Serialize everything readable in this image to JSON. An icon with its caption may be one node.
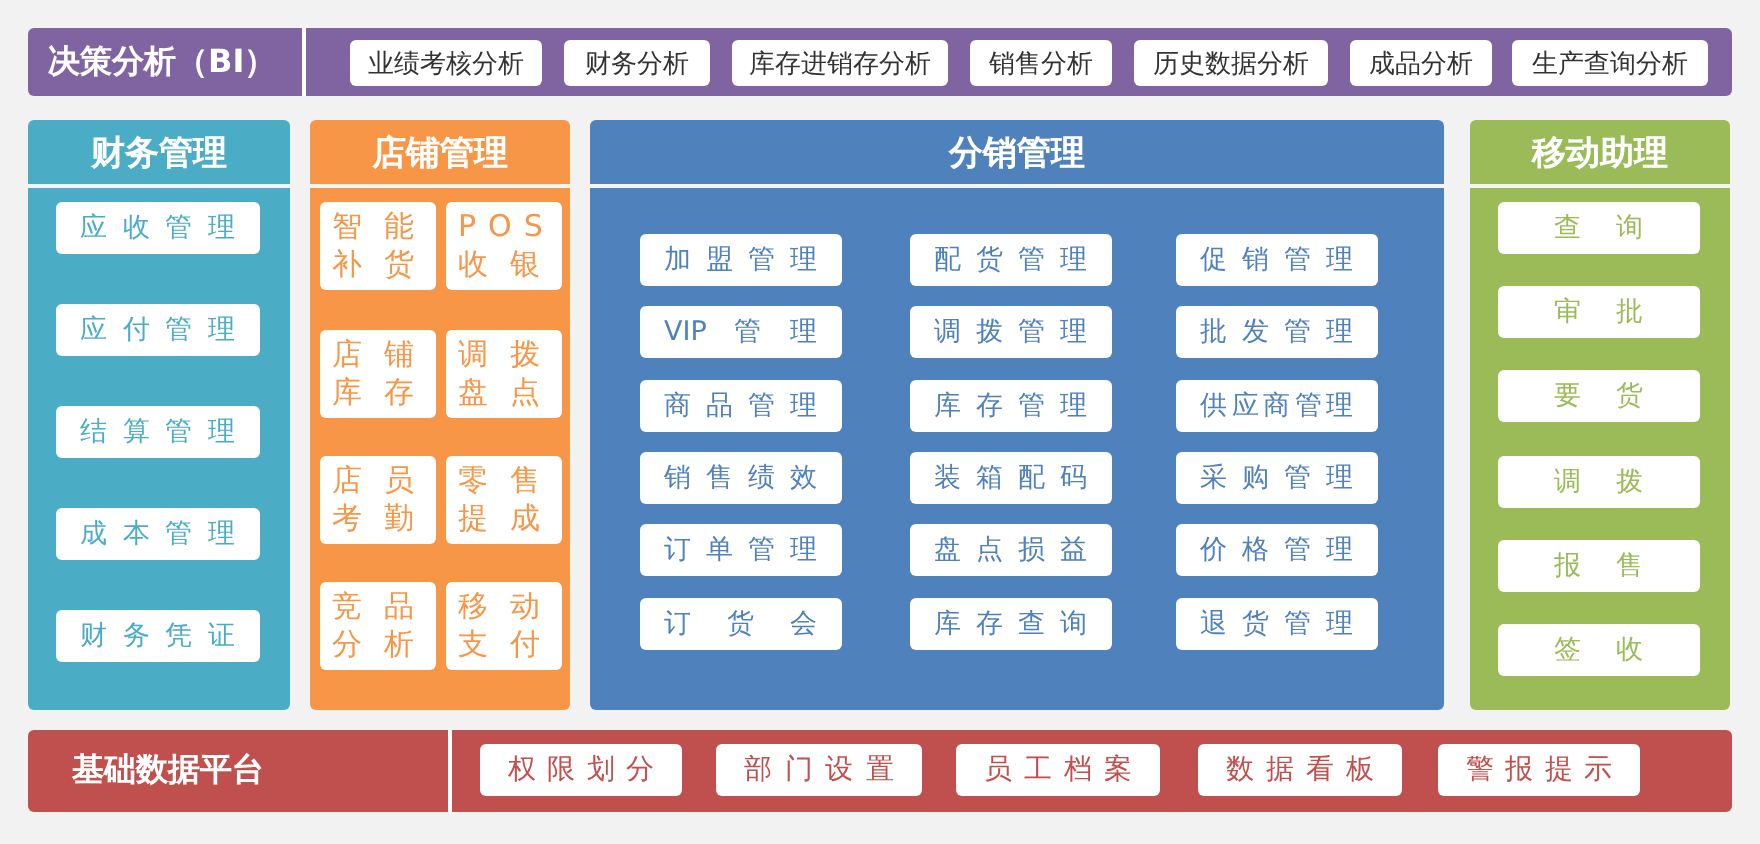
{
  "diagram": {
    "nodes": [
      {
        "text": [
          "决策分析（BI）"
        ]
      },
      {
        "text": [
          "业绩考核分析"
        ],
        "in": 0
      },
      {
        "text": [
          "财务分析"
        ],
        "in": 0
      },
      {
        "text": [
          "库存进销存分析"
        ],
        "in": 0
      },
      {
        "text": [
          "销售分析"
        ],
        "in": 0
      },
      {
        "text": [
          "历史数据分析"
        ],
        "in": 0
      },
      {
        "text": [
          "成品分析"
        ],
        "in": 0
      },
      {
        "text": [
          "生产查询分析"
        ],
        "in": 0
      },
      {
        "text": [
          "财务管理"
        ]
      },
      {
        "text": [
          "应收管理"
        ],
        "in": 8
      },
      {
        "text": [
          "应付管理"
        ],
        "in": 8
      },
      {
        "text": [
          "结算管理"
        ],
        "in": 8
      },
      {
        "text": [
          "成本管理"
        ],
        "in": 8
      },
      {
        "text": [
          "财务凭证"
        ],
        "in": 8
      },
      {
        "text": [
          "店铺管理"
        ]
      },
      {
        "text": [
          "智能补货"
        ],
        "in": 14
      },
      {
        "text": [
          "POS收银"
        ],
        "in": 14
      },
      {
        "text": [
          "店铺库存"
        ],
        "in": 14
      },
      {
        "text": [
          "调拨盘点"
        ],
        "in": 14
      },
      {
        "text": [
          "店员考勤"
        ],
        "in": 14
      },
      {
        "text": [
          "零售提成"
        ],
        "in": 14
      },
      {
        "text": [
          "竞品分析"
        ],
        "in": 14
      },
      {
        "text": [
          "移动支付"
        ],
        "in": 14
      },
      {
        "text": [
          "分销管理"
        ]
      },
      {
        "text": [
          "加盟管理"
        ],
        "in": 23
      },
      {
        "text": [
          "配货管理"
        ],
        "in": 23
      },
      {
        "text": [
          "促销管理"
        ],
        "in": 23
      },
      {
        "text": [
          "VIP管理"
        ],
        "in": 23
      },
      {
        "text": [
          "调拨管理"
        ],
        "in": 23
      },
      {
        "text": [
          "批发管理"
        ],
        "in": 23
      },
      {
        "text": [
          "商品管理"
        ],
        "in": 23
      },
      {
        "text": [
          "库存管理"
        ],
        "in": 23
      },
      {
        "text": [
          "供应商管理"
        ],
        "in": 23
      },
      {
        "text": [
          "销售绩效"
        ],
        "in": 23
      },
      {
        "text": [
          "装箱配码"
        ],
        "in": 23
      },
      {
        "text": [
          "采购管理"
        ],
        "in": 23
      },
      {
        "text": [
          "订单管理"
        ],
        "in": 23
      },
      {
        "text": [
          "盘点损益"
        ],
        "in": 23
      },
      {
        "text": [
          "价格管理"
        ],
        "in": 23
      },
      {
        "text": [
          "订货会"
        ],
        "in": 23
      },
      {
        "text": [
          "库存查询"
        ],
        "in": 23
      },
      {
        "text": [
          "退货管理"
        ],
        "in": 23
      },
      {
        "text": [
          "移动助理"
        ]
      },
      {
        "text": [
          "查询"
        ],
        "in": 42
      },
      {
        "text": [
          "审批"
        ],
        "in": 42
      },
      {
        "text": [
          "要货"
        ],
        "in": 42
      },
      {
        "text": [
          "调拨"
        ],
        "in": 42
      },
      {
        "text": [
          "报售"
        ],
        "in": 42
      },
      {
        "text": [
          "签收"
        ],
        "in": 42
      },
      {
        "text": [
          "基础数据平台"
        ]
      },
      {
        "text": [
          "权限划分"
        ],
        "in": 49
      },
      {
        "text": [
          "部门设置"
        ],
        "in": 49
      },
      {
        "text": [
          "员工档案"
        ],
        "in": 49
      },
      {
        "text": [
          "数据看板"
        ],
        "in": 49
      },
      {
        "text": [
          "警报提示"
        ],
        "in": 49
      }
    ]
  }
}
